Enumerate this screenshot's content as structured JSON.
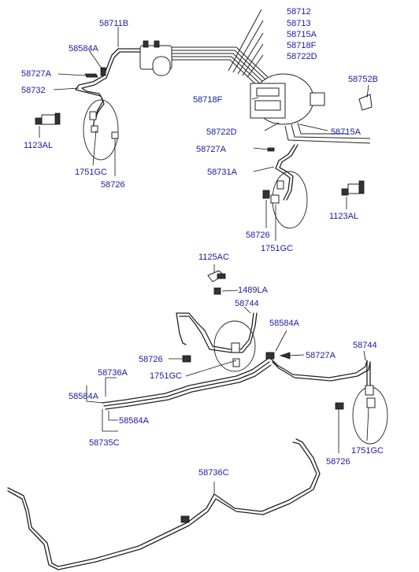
{
  "labels": {
    "l58711B": "58711B",
    "l58584A_1": "58584A",
    "l58727A_1": "58727A",
    "l58732": "58732",
    "l1123AL_1": "1123AL",
    "l1751GC_1": "1751GC",
    "l58726_1": "58726",
    "l58712": "58712",
    "l58713": "58713",
    "l58715A_1": "58715A",
    "l58718F_1": "58718F",
    "l58722D_1": "58722D",
    "l58718F_2": "58718F",
    "l58752B": "58752B",
    "l58722D_2": "58722D",
    "l58715A_2": "58715A",
    "l58727A_2": "58727A",
    "l58731A": "58731A",
    "l58726_2": "58726",
    "l1751GC_2": "1751GC",
    "l1123AL_2": "1123AL",
    "l1125AC": "1125AC",
    "l1489LA": "1489LA",
    "l58744_1": "58744",
    "l58584A_2": "58584A",
    "l58726_3": "58726",
    "l58727A_3": "58727A",
    "l1751GC_3": "1751GC",
    "l58744_2": "58744",
    "l58736A": "58736A",
    "l58584A_3": "58584A",
    "l58584A_4": "58584A",
    "l58735C": "58735C",
    "l58726_4": "58726",
    "l1751GC_4": "1751GC",
    "l58736C": "58736C"
  }
}
